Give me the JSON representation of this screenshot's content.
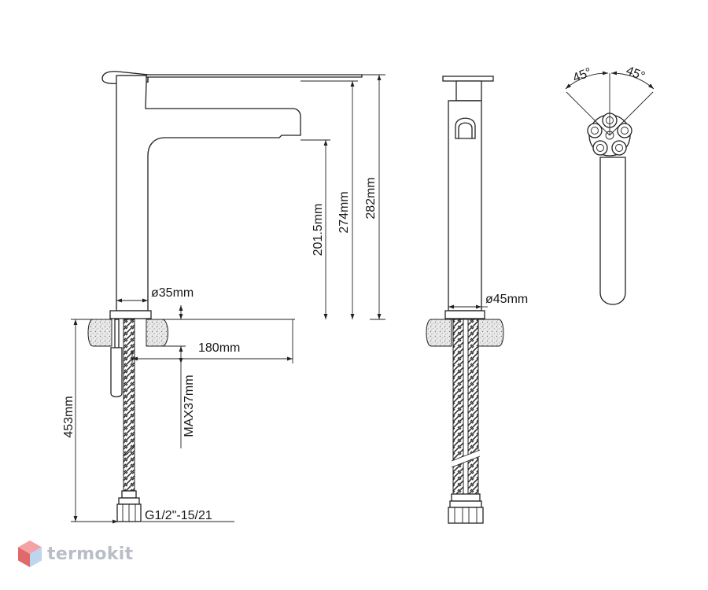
{
  "dimensions": {
    "overall_height": "282mm",
    "body_height": "274mm",
    "spout_height": "201.5mm",
    "base_diameter_front": "ø35mm",
    "base_diameter_side": "ø45mm",
    "reach": "180mm",
    "max_counter_thickness": "MAX37mm",
    "hose_length": "453mm",
    "thread_spec": "G1/2\"-15/21",
    "handle_angle_left": "45°",
    "handle_angle_right": "45°"
  },
  "brand": {
    "name": "termokit",
    "logo_icon": "hexagon-cube-icon",
    "colors": {
      "top": "#f3a3a3",
      "left": "#e06a6a",
      "right": "#bfd4ee"
    }
  },
  "colors": {
    "line": "#222222",
    "stone": "#e4e4e4",
    "text": "#1a1a1a"
  }
}
